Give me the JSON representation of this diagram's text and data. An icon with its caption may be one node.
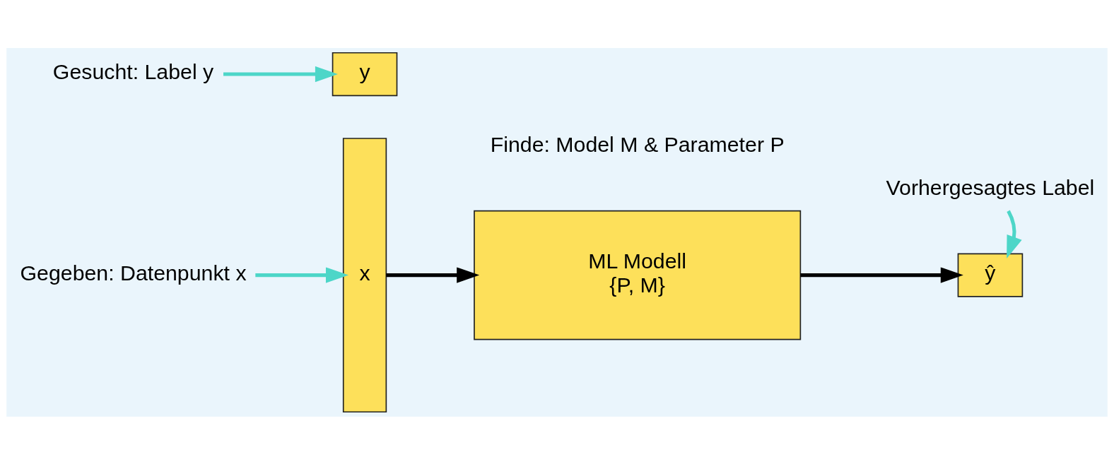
{
  "diagram": {
    "nodes": [
      {
        "text": [
          "Gesucht: Label y"
        ]
      },
      {
        "text": [
          "y"
        ]
      },
      {
        "text": [
          "Gegeben: Datenpunkt x"
        ]
      },
      {
        "text": [
          "x"
        ]
      },
      {
        "text": [
          "ML Modell",
          "{P, M}"
        ]
      },
      {
        "text": [
          "Vorhergesagtes Label"
        ]
      },
      {
        "text": [
          "ŷ"
        ]
      }
    ],
    "edges": [
      {
        "from": 0,
        "to": 1,
        "arrow": "to"
      },
      {
        "from": 2,
        "to": 3,
        "arrow": "to"
      },
      {
        "from": 3,
        "to": 4,
        "arrow": "to",
        "color": "#000000"
      },
      {
        "from": 4,
        "to": 6,
        "arrow": "to",
        "color": "#000000"
      },
      {
        "from": 5,
        "to": 6,
        "arrow": "to"
      }
    ],
    "labels": [
      "Finde: Model M & Parameter P"
    ]
  }
}
